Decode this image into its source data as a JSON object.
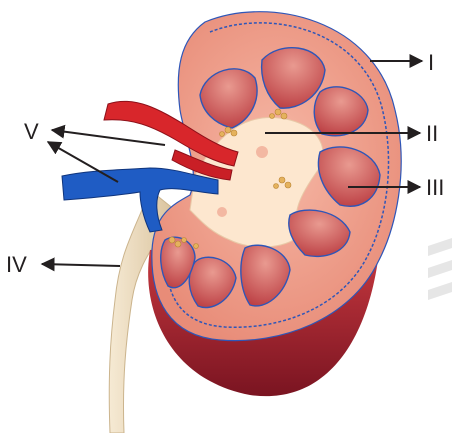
{
  "labels": {
    "i": "I",
    "ii": "II",
    "iii": "III",
    "iv": "IV",
    "v": "V"
  },
  "colors": {
    "outer_flesh": "#b32a36",
    "cortex": "#f0a08f",
    "medulla_pyramid": "#c9464a",
    "pelvis": "#fde7cf",
    "artery": "#d8262b",
    "vein": "#1f5cc4",
    "ureter": "#efe0c4",
    "arrow": "#231f20"
  }
}
